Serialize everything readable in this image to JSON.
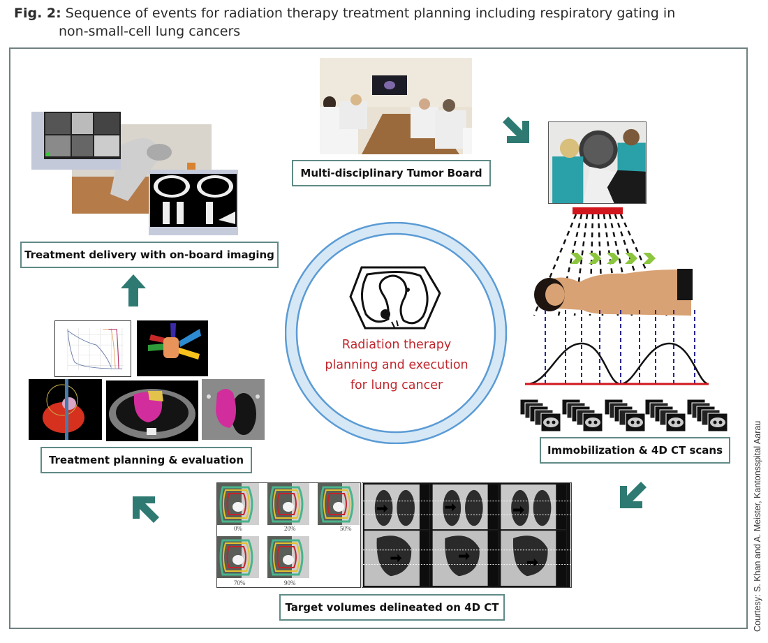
{
  "caption": {
    "figure_label": "Fig. 2:",
    "line1": "Sequence of events for radiation therapy treatment planning including respiratory gating in",
    "line2": "non-small-cell lung cancers"
  },
  "center": {
    "title_lines": [
      "Radiation therapy",
      "planning and execution",
      "for lung cancer"
    ],
    "icon": "thorax-ct-outline-icon"
  },
  "steps": [
    {
      "id": "tumor-board",
      "label": "Multi-disciplinary Tumor Board",
      "image": "tumor-board-meeting-photo"
    },
    {
      "id": "immobilization",
      "label": "Immobilization & 4D CT scans",
      "image": "ct-scanner-patient-photo"
    },
    {
      "id": "target-volumes",
      "label": "Target volumes delineated on 4D CT",
      "image": "4d-ct-contours-and-coronal-sagittal-scans"
    },
    {
      "id": "planning",
      "label": "Treatment planning & evaluation",
      "image": "dvh-and-beam-arrangement-renders"
    },
    {
      "id": "delivery",
      "label": "Treatment delivery with on-board imaging",
      "image": "linac-and-onboard-imaging-screens"
    }
  ],
  "phase_labels": [
    "0%",
    "20%",
    "50%",
    "70%",
    "90%"
  ],
  "arrows": [
    {
      "from": "tumor-board",
      "to": "immobilization",
      "direction": "down-right"
    },
    {
      "from": "immobilization",
      "to": "target-volumes",
      "direction": "down-left"
    },
    {
      "from": "target-volumes",
      "to": "planning",
      "direction": "up-left"
    },
    {
      "from": "planning",
      "to": "delivery",
      "direction": "up"
    }
  ],
  "colors": {
    "arrow": "#2e7a72",
    "label_border": "#5f8a86",
    "frame_border": "#6f8080",
    "center_text": "#c0272d",
    "ring": "#5b9bd5",
    "beam_source": "#d2161e",
    "breathing_baseline": "#d2161e",
    "gating_lines": "#2a2a8a",
    "beam_chevrons": "#8cc63f"
  },
  "credit": "Courtesy: S. Khan and A. Meister, Kantonsspital Aarau"
}
